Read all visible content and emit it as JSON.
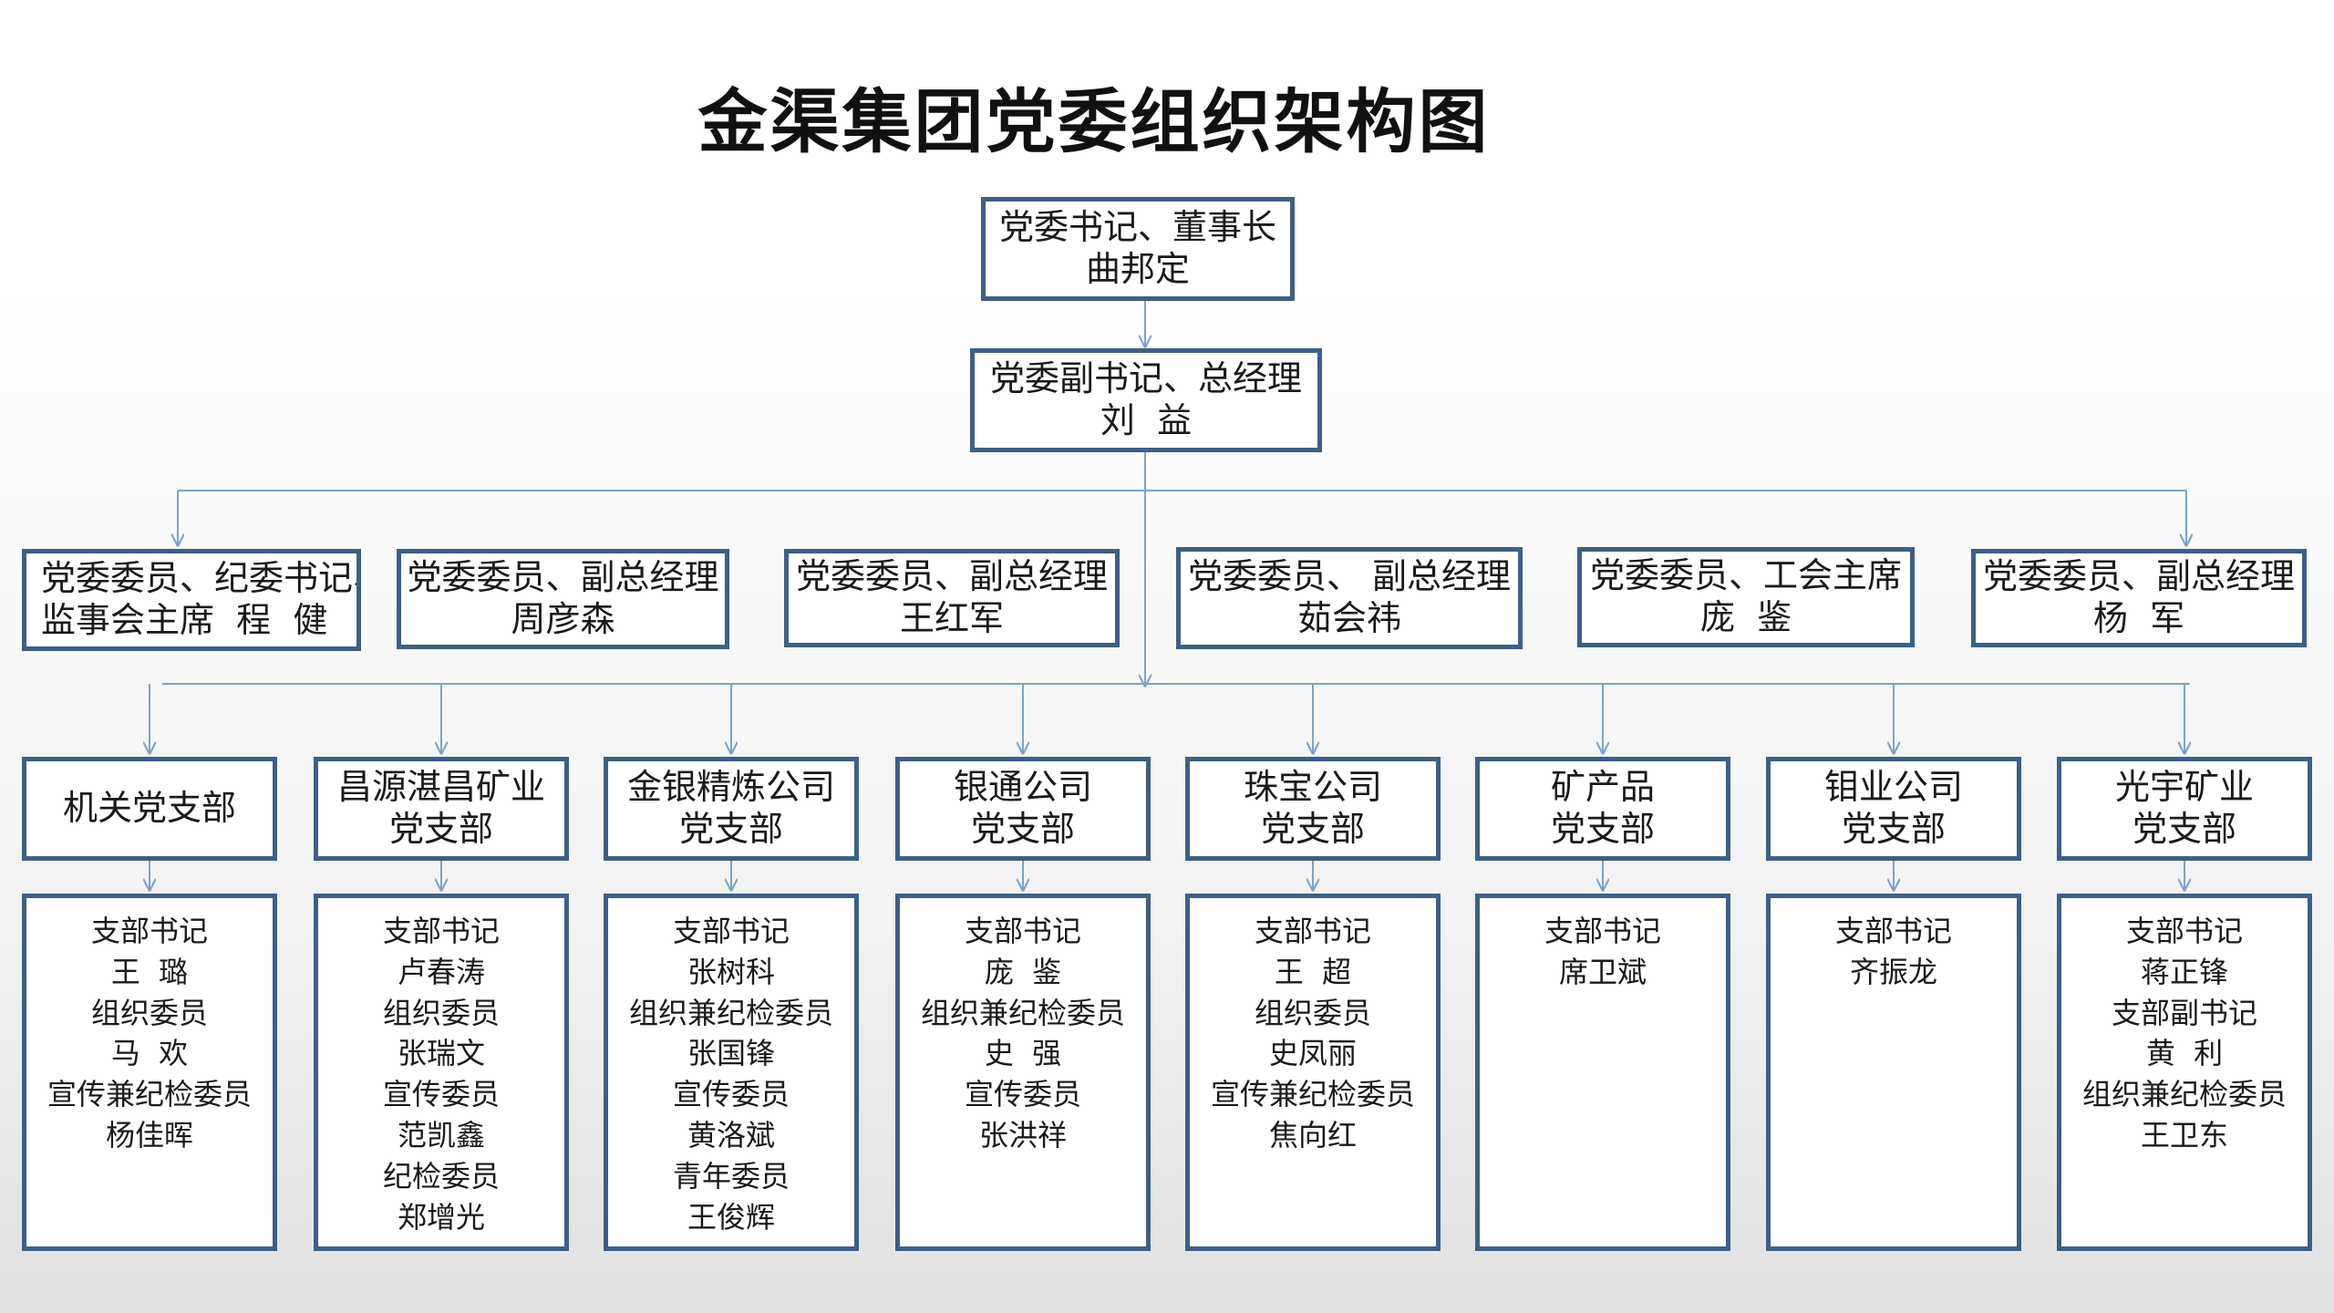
{
  "title": "金渠集团党委组织架构图",
  "chairman": {
    "lines": [
      "党委书记、董事长",
      "曲邦定"
    ]
  },
  "manager": {
    "lines": [
      "党委副书记、总经理",
      "刘  益"
    ]
  },
  "committee_members": [
    {
      "lines": [
        "党委委员、纪委书记、",
        "监事会主席  程  健"
      ]
    },
    {
      "lines": [
        "党委委员、副总经理",
        "周彦森"
      ]
    },
    {
      "lines": [
        "党委委员、副总经理",
        "王红军"
      ]
    },
    {
      "lines": [
        "党委委员、 副总经理",
        "茹会祎"
      ]
    },
    {
      "lines": [
        "党委委员、工会主席",
        "庞  鉴"
      ]
    },
    {
      "lines": [
        "党委委员、副总经理",
        "杨  军"
      ]
    }
  ],
  "branches": [
    {
      "name_lines": [
        "机关党支部"
      ],
      "member_lines": [
        "支部书记",
        "王  璐",
        "组织委员",
        "马  欢",
        "宣传兼纪检委员",
        "杨佳晖"
      ]
    },
    {
      "name_lines": [
        "昌源湛昌矿业",
        "党支部"
      ],
      "member_lines": [
        "支部书记",
        "卢春涛",
        "组织委员",
        "张瑞文",
        "宣传委员",
        "范凯鑫",
        "纪检委员",
        "郑增光"
      ]
    },
    {
      "name_lines": [
        "金银精炼公司",
        "党支部"
      ],
      "member_lines": [
        "支部书记",
        "张树科",
        "组织兼纪检委员",
        "张国锋",
        "宣传委员",
        "黄洛斌",
        "青年委员",
        "王俊辉"
      ]
    },
    {
      "name_lines": [
        "银通公司",
        "党支部"
      ],
      "member_lines": [
        "支部书记",
        "庞  鉴",
        "组织兼纪检委员",
        "史  强",
        "宣传委员",
        "张洪祥"
      ]
    },
    {
      "name_lines": [
        "珠宝公司",
        "党支部"
      ],
      "member_lines": [
        "支部书记",
        "王  超",
        "组织委员",
        "史凤丽",
        "宣传兼纪检委员",
        "焦向红"
      ]
    },
    {
      "name_lines": [
        "矿产品",
        "党支部"
      ],
      "member_lines": [
        "支部书记",
        "席卫斌"
      ]
    },
    {
      "name_lines": [
        "钼业公司",
        "党支部"
      ],
      "member_lines": [
        "支部书记",
        "齐振龙"
      ]
    },
    {
      "name_lines": [
        "光宇矿业",
        "党支部"
      ],
      "member_lines": [
        "支部书记",
        "蒋正锋",
        "支部副书记",
        "黄  利",
        "组织兼纪检委员",
        "王卫东"
      ]
    }
  ],
  "colors": {
    "box_border": "#3e5f86",
    "connector": "#7aa3cc"
  }
}
